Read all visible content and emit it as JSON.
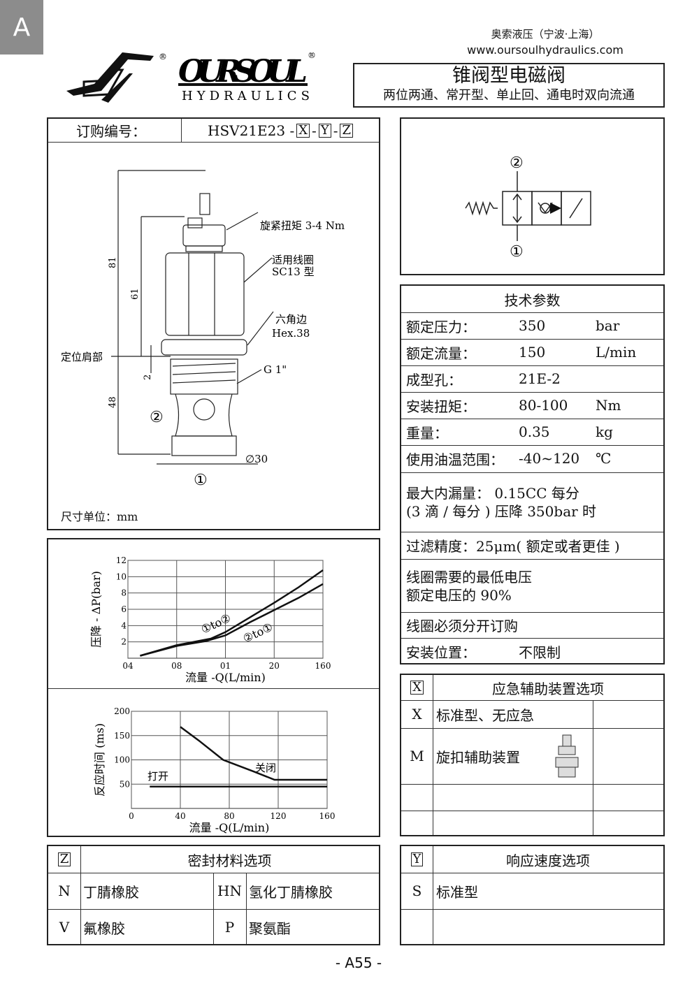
{
  "tab": "A",
  "company": "奥索液压（宁波·上海）",
  "website": "www.oursoulhydraulics.com",
  "logo": {
    "brand": "OURSOUL",
    "sub": "HYDRAULICS"
  },
  "title": {
    "main": "锥阀型电磁阀",
    "sub": "两位两通、常开型、单止回、通电时双向流通"
  },
  "order": {
    "label": "订购编号：",
    "code": "HSV21E23 -",
    "x": "X",
    "y": "Y",
    "z": "Z",
    "dash": "-"
  },
  "drawing": {
    "torque": "旋紧扭矩 3-4 Nm",
    "coil1": "适用线圈",
    "coil2": "SC13 型",
    "hex1": "六角边",
    "hex2": "Hex.38",
    "shoulder": "定位肩部",
    "thread": "G 1\"",
    "dia": "∅30",
    "d81": "81",
    "d61": "61",
    "d2": "2",
    "d48": "48",
    "port1": "①",
    "port2": "②",
    "unit": "尺寸单位：mm"
  },
  "symbol": {
    "port1": "①",
    "port2": "②"
  },
  "tech": {
    "title": "技术参数",
    "rows": [
      {
        "label": "额定压力：",
        "value": "350",
        "unit": "bar"
      },
      {
        "label": "额定流量：",
        "value": "150",
        "unit": "L/min"
      },
      {
        "label": "成型孔：",
        "value": "21E-2",
        "unit": ""
      },
      {
        "label": "安装扭矩：",
        "value": "80-100",
        "unit": "Nm"
      },
      {
        "label": "重量：",
        "value": "0.35",
        "unit": "kg"
      },
      {
        "label": "使用油温范围：",
        "value": "-40~120",
        "unit": "℃"
      }
    ],
    "leak1": "最大内漏量：  0.15CC 每分",
    "leak2": "(3 滴 / 每分 ) 压降 350bar 时",
    "filter": "过滤精度：25μm( 额定或者更佳 )",
    "coil1": "线圈需要的最低电压",
    "coil2": "额定电压的 90%",
    "coil_order": "线圈必须分开订购",
    "pos_label": "安装位置：",
    "pos_value": "不限制"
  },
  "x_options": {
    "key": "X",
    "title": "应急辅助装置选项",
    "rows": [
      {
        "code": "X",
        "desc": "标准型、无应急"
      },
      {
        "code": "M",
        "desc": "旋扣辅助装置"
      }
    ]
  },
  "z_options": {
    "key": "Z",
    "title": "密封材料选项",
    "rows": [
      {
        "c1": "N",
        "d1": "丁腈橡胶",
        "c2": "HN",
        "d2": "氢化丁腈橡胶"
      },
      {
        "c1": "V",
        "d1": "氟橡胶",
        "c2": "P",
        "d2": "聚氨酯"
      }
    ]
  },
  "y_options": {
    "key": "Y",
    "title": "响应速度选项",
    "rows": [
      {
        "code": "S",
        "desc": "标准型"
      }
    ]
  },
  "footer": "- A55 -",
  "chart_data": [
    {
      "type": "line",
      "ylabel": "压降 - ΔP(bar)",
      "xlabel": "流量 -Q(L/min)",
      "xticks": [
        "04",
        "08",
        "01",
        "20",
        "160"
      ],
      "yticks": [
        "2",
        "4",
        "6",
        "8",
        "10",
        "12"
      ],
      "ylim": [
        0,
        12
      ],
      "grid": true,
      "series": [
        {
          "name": "①to②",
          "label1": "①",
          "mid": "to",
          "label2": "②",
          "points": [
            [
              0.25,
              0.3
            ],
            [
              1,
              1.6
            ],
            [
              1.7,
              2.4
            ],
            [
              2,
              3.2
            ],
            [
              2.5,
              5
            ],
            [
              3,
              6.8
            ],
            [
              3.5,
              8.7
            ],
            [
              4,
              10.8
            ]
          ]
        },
        {
          "name": "②to①",
          "label1": "②",
          "mid": "to",
          "label2": "①",
          "points": [
            [
              0.25,
              0.3
            ],
            [
              1,
              1.5
            ],
            [
              1.6,
              2.1
            ],
            [
              2,
              2.8
            ],
            [
              2.5,
              4.4
            ],
            [
              3,
              5.9
            ],
            [
              3.5,
              7.4
            ],
            [
              4,
              9.1
            ]
          ]
        }
      ]
    },
    {
      "type": "line",
      "ylabel": "反应时间 (ms)",
      "xlabel": "流量 -Q(L/min)",
      "xticks": [
        "0",
        "40",
        "80",
        "120",
        "160"
      ],
      "yticks": [
        "50",
        "100",
        "150",
        "200"
      ],
      "xlim": [
        0,
        160
      ],
      "ylim": [
        0,
        200
      ],
      "grid": true,
      "series": [
        {
          "name": "关闭",
          "points": [
            [
              40,
              168
            ],
            [
              55,
              140
            ],
            [
              75,
              100
            ],
            [
              100,
              76
            ],
            [
              117,
              59
            ],
            [
              160,
              59
            ]
          ]
        },
        {
          "name": "打开",
          "points": [
            [
              15,
              45
            ],
            [
              160,
              45
            ]
          ]
        }
      ]
    }
  ]
}
